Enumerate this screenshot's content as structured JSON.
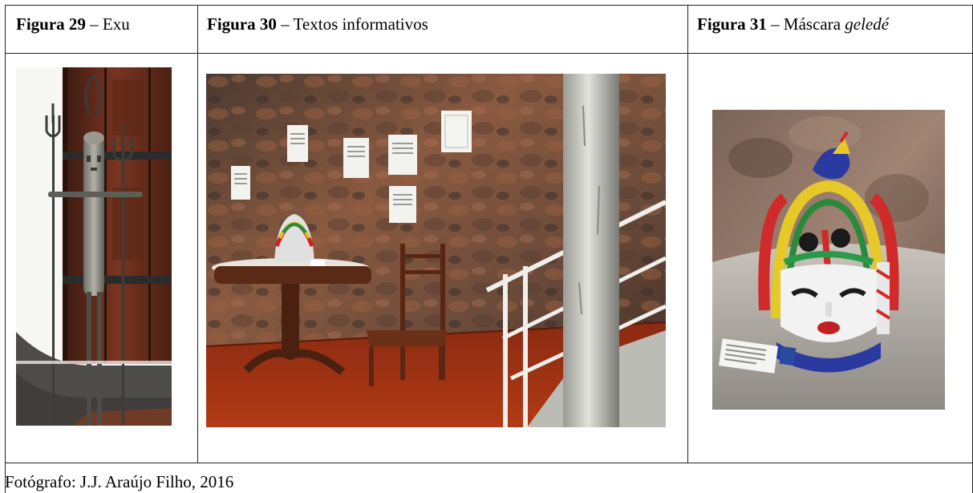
{
  "figures": [
    {
      "number": "Figura 29",
      "dash": " – ",
      "title": "Exu",
      "title_emphasis": "",
      "photo_alt": "Escultura de ferro de Exu encostada a uma porta de madeira"
    },
    {
      "number": "Figura 30",
      "dash": " – ",
      "title": "Textos informativos",
      "title_emphasis": "",
      "photo_alt": "Parede de pedra com textos informativos, mesa com máscara e cadeira"
    },
    {
      "number": "Figura 31",
      "dash": " – ",
      "title": "Máscara ",
      "title_emphasis": "geledé",
      "photo_alt": "Máscara geledé colorida sobre pedestal de pedra"
    }
  ],
  "credit": "Fotógrafo: J.J. Araújo Filho, 2016",
  "colors": {
    "border": "#222222",
    "background": "#ffffff"
  }
}
